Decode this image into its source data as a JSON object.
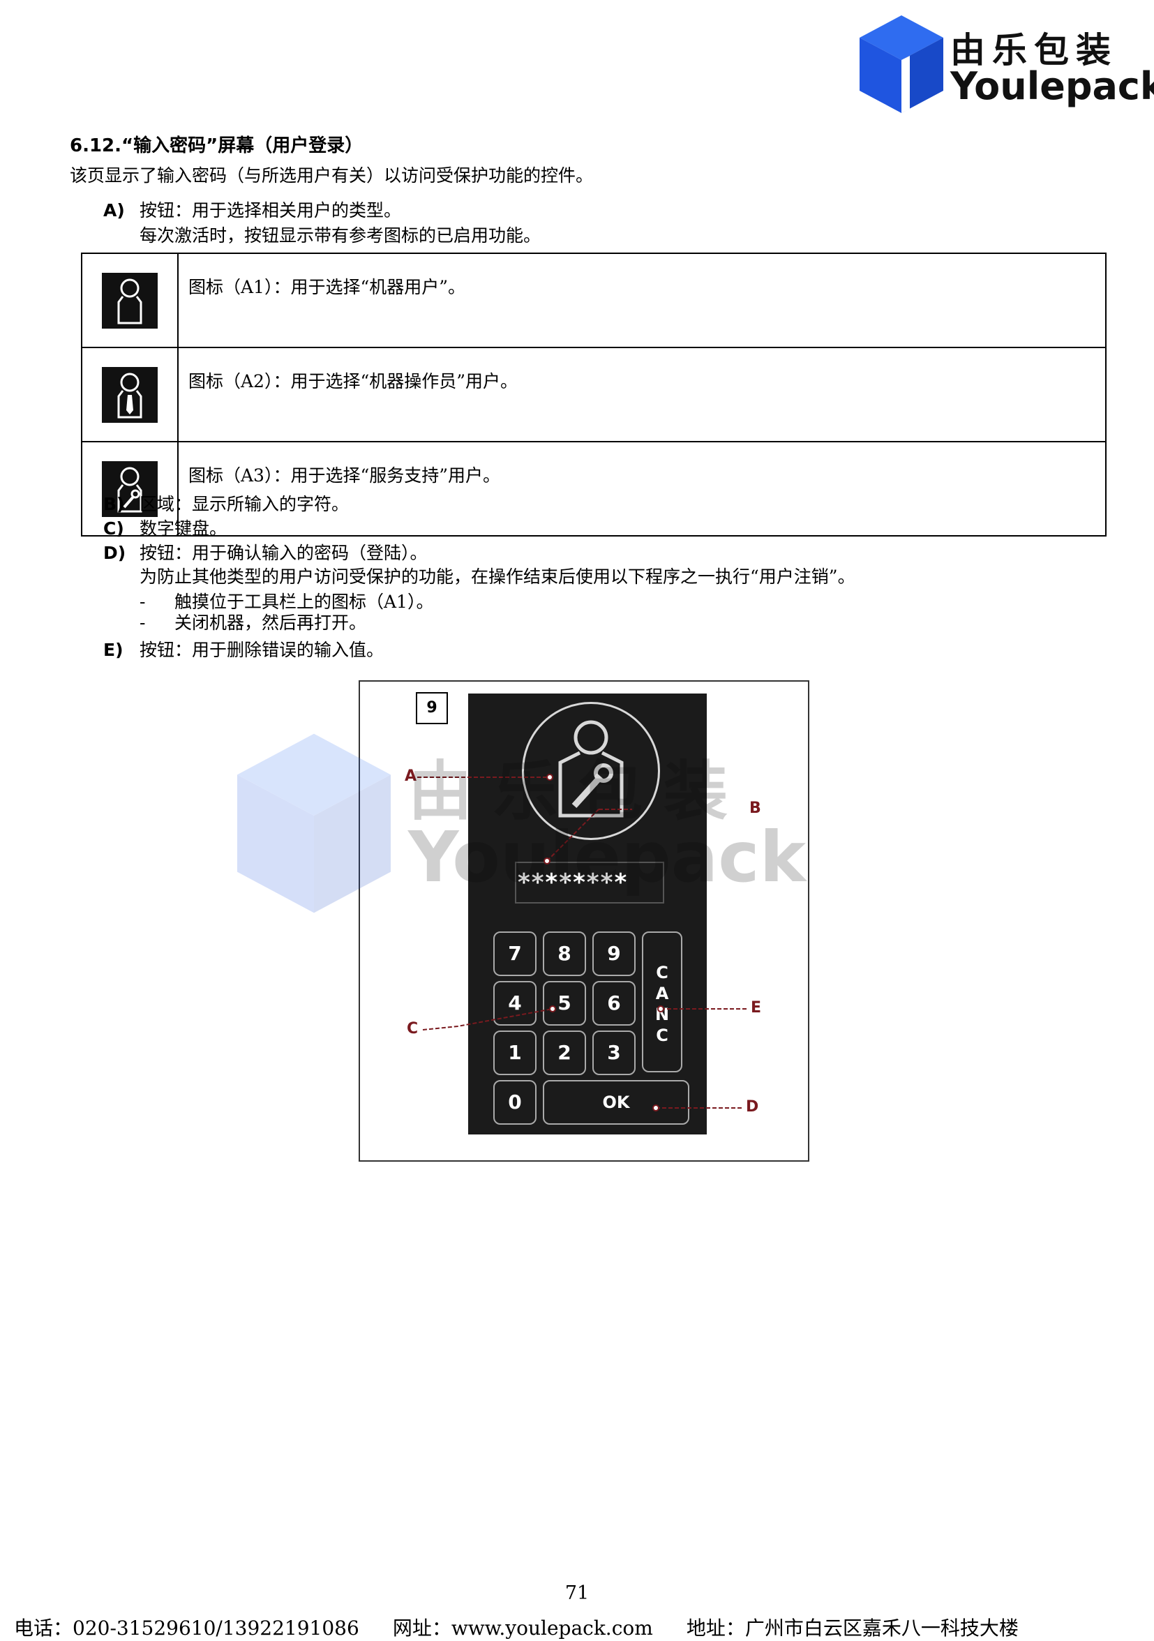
{
  "logo": {
    "cn": "由乐包装",
    "en": "Youlepack"
  },
  "section": {
    "heading": "6.12.“输入密码”屏幕（用户登录）",
    "intro": "该页显示了输入密码（与所选用户有关）以访问受保护功能的控件。"
  },
  "items": {
    "a": {
      "label": "A)",
      "text": "按钮：用于选择相关用户的类型。",
      "sub": "每次激活时，按钮显示带有参考图标的已启用功能。"
    },
    "b": {
      "label": "B)",
      "text": "区域：显示所输入的字符。"
    },
    "c": {
      "label": "C)",
      "text": "数字键盘。"
    },
    "d": {
      "label": "D)",
      "text": "按钮：用于确认输入的密码（登陆）。",
      "sub": "为防止其他类型的用户访问受保护的功能，在操作结束后使用以下程序之一执行“用户注销”。",
      "bullets": [
        {
          "dash": "-",
          "text": "触摸位于工具栏上的图标（A1）。"
        },
        {
          "dash": "-",
          "text": "关闭机器，然后再打开。"
        }
      ]
    },
    "e": {
      "label": "E)",
      "text": "按钮：用于删除错误的输入值。"
    }
  },
  "icon_table": [
    {
      "icon": "machine-user-icon",
      "text": "图标（A1）：用于选择“机器用户”。"
    },
    {
      "icon": "machine-operator-icon",
      "text": "图标（A2）：用于选择“机器操作员”用户。"
    },
    {
      "icon": "service-support-icon",
      "text": "图标（A3）：用于选择“服务支持”用户。"
    }
  ],
  "figure": {
    "number": "9",
    "password_mask": "********",
    "keys": [
      "7",
      "8",
      "9",
      "4",
      "5",
      "6",
      "1",
      "2",
      "3",
      "0"
    ],
    "cancel_letters": [
      "C",
      "A",
      "N",
      "C"
    ],
    "ok": "OK",
    "callouts": [
      "A",
      "B",
      "C",
      "D",
      "E"
    ]
  },
  "watermark": {
    "cn": "由乐包装",
    "en": "Youlepack"
  },
  "page_number": "71",
  "footer": {
    "phone": "电话：020-31529610/13922191086",
    "web": "网址：www.youlepack.com",
    "address": "地址：广州市白云区嘉禾八一科技大楼"
  },
  "colors": {
    "logo_blue": "#1f55e0",
    "callout": "#7a1a1f",
    "device_bg": "#1b1b1b"
  }
}
